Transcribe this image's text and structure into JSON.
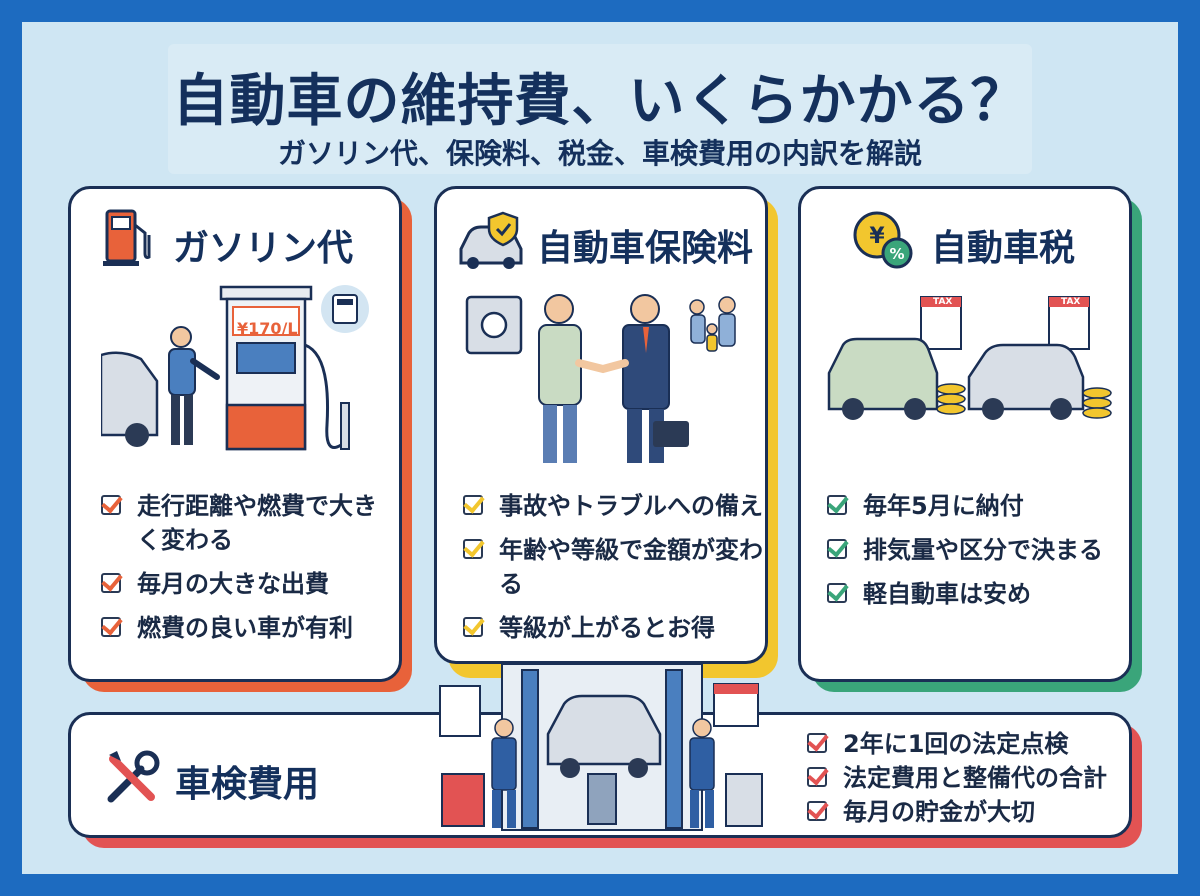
{
  "header": {
    "title": "自動車の維持費、いくらかかる？",
    "subtitle": "ガソリン代、保険料、税金、車検費用の内訳を解説"
  },
  "cards": {
    "gasoline": {
      "title": "ガソリン代",
      "price_tag": "¥170/L",
      "items": [
        "走行距離や燃費で大きく変わる",
        "毎月の大きな出費",
        "燃費の良い車が有利"
      ],
      "accent": "#e8623a"
    },
    "insurance": {
      "title": "自動車保険料",
      "items": [
        "事故やトラブルへの備え",
        "年齢や等級で金額が変わる",
        "等級が上がるとお得"
      ],
      "accent": "#f2c62e"
    },
    "tax": {
      "title": "自動車税",
      "tax_label": "TAX",
      "items": [
        "毎年5月に納付",
        "排気量や区分で決まる",
        "軽自動車は安め"
      ],
      "accent": "#3aa57a"
    },
    "inspection": {
      "title": "車検費用",
      "items": [
        "2年に1回の法定点検",
        "法定費用と整備代の合計",
        "毎月の貯金が大切"
      ],
      "accent": "#e25353"
    }
  },
  "icons": {
    "gasoline": "fuel-pump-icon",
    "insurance": "car-shield-icon",
    "tax": "yen-percent-coin-icon",
    "inspection": "wrench-screwdriver-icon"
  }
}
